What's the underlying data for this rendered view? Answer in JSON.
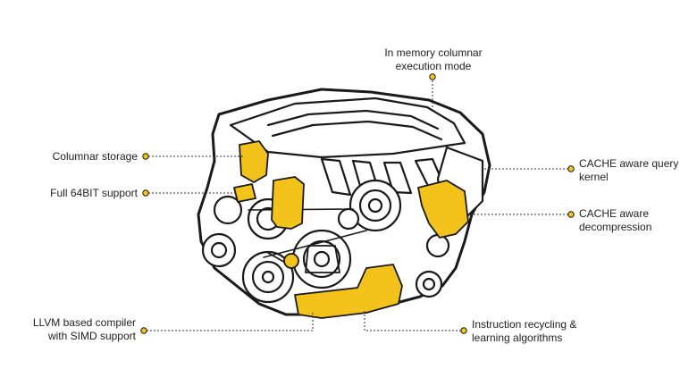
{
  "callouts": {
    "top": {
      "line1": "In memory columnar",
      "line2": "execution mode"
    },
    "columnar_storage": {
      "line1": "Columnar storage"
    },
    "full_64bit": {
      "line1": "Full 64BIT support"
    },
    "llvm": {
      "line1": "LLVM based compiler",
      "line2": "with SIMD support"
    },
    "cache_query": {
      "line1": "CACHE aware query",
      "line2": "kernel"
    },
    "cache_decomp": {
      "line1": "CACHE aware",
      "line2": "decompression"
    },
    "instruction": {
      "line1": "Instruction recycling &",
      "line2": "learning algorithms"
    }
  },
  "colors": {
    "accent": "#f5c518",
    "highlight_fill": "#f3c21b",
    "outline": "#1a1a1a",
    "leader": "#333333"
  },
  "illustration": {
    "subject": "v8-engine-icon"
  }
}
